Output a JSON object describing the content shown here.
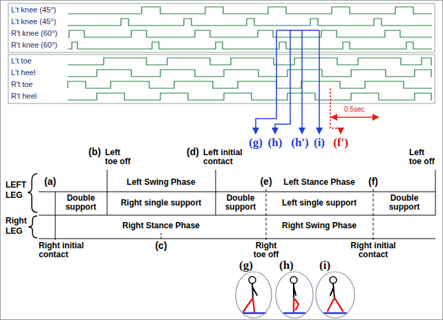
{
  "diagram": {
    "nodes": [
      {
        "text": [
          "(g)"
        ]
      },
      {
        "text": [
          "(h)"
        ]
      },
      {
        "text": [
          "(i)"
        ]
      }
    ],
    "labels": [
      "L't knee (45°)",
      "L't knee (45°)",
      "R't knee (60°)",
      "R't knee (60°)",
      "L't toe",
      "L't heel",
      "R't toe",
      "R't heel",
      "0.5sec",
      "(g)",
      "(h)",
      "(h')",
      "(i)",
      "(f')",
      "(b)",
      "Left toe off",
      "(d)",
      "Left initial contact",
      "(e)",
      "(f)",
      "Left toe off",
      "LEFT",
      "LEG",
      "(a)",
      "Left Swing Phase",
      "Left Stance Phase",
      "Double support",
      "Right single support",
      "Double support",
      "Left single support",
      "Double support",
      "Right",
      "LEG",
      "Right Stance Phase",
      "Right Swing Phase",
      "Right initial contact",
      "(c)",
      "Right toe off",
      "Right initial contact"
    ]
  }
}
